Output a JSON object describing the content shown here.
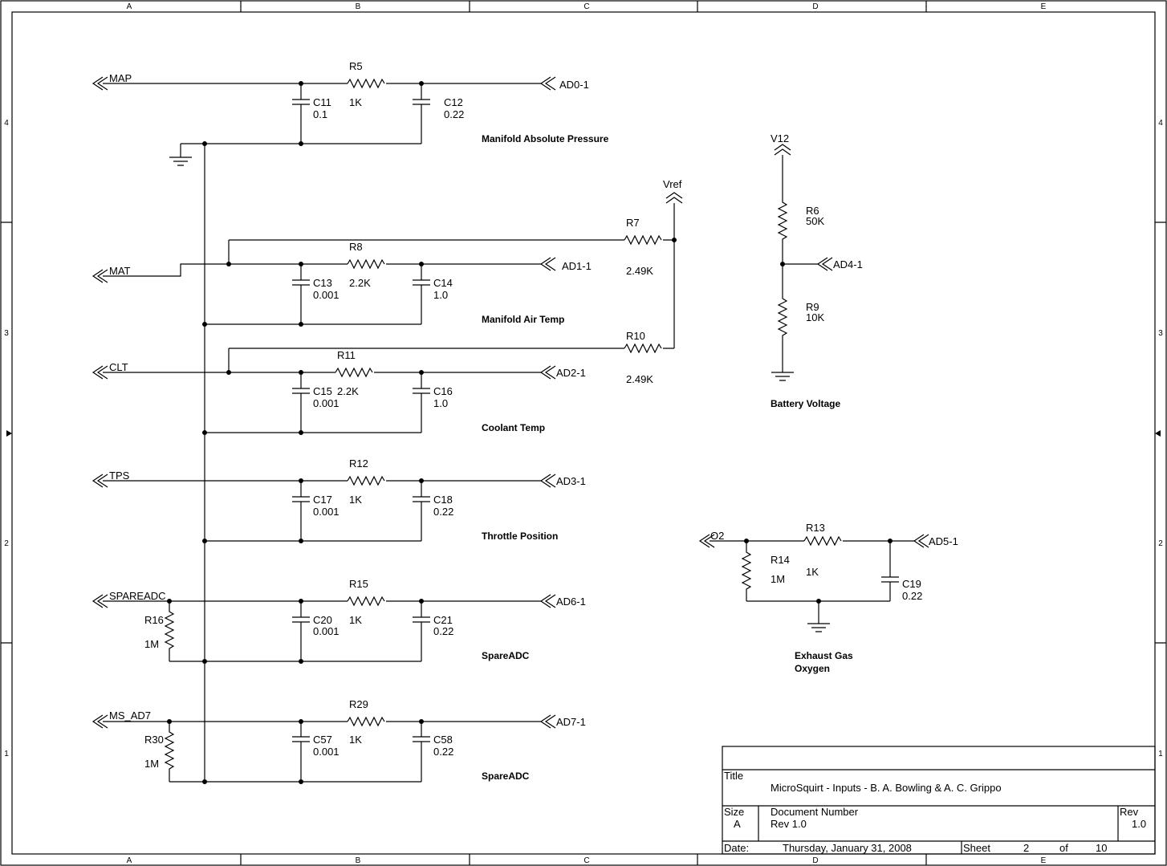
{
  "frame": {
    "columns": [
      "A",
      "B",
      "C",
      "D",
      "E"
    ],
    "rows": [
      "4",
      "3",
      "2",
      "1"
    ]
  },
  "nets": {
    "map": "MAP",
    "mat": "MAT",
    "clt": "CLT",
    "tps": "TPS",
    "spareadc": "SPAREADC",
    "ms_ad7": "MS_AD7",
    "o2": "O2",
    "vref": "Vref",
    "v12": "V12",
    "ad0": "AD0-1",
    "ad1": "AD1-1",
    "ad2": "AD2-1",
    "ad3": "AD3-1",
    "ad4": "AD4-1",
    "ad5": "AD5-1",
    "ad6": "AD6-1",
    "ad7": "AD7-1"
  },
  "components": {
    "r5": {
      "ref": "R5",
      "value": "1K"
    },
    "r6": {
      "ref": "R6",
      "value": "50K"
    },
    "r7": {
      "ref": "R7",
      "value": "2.49K"
    },
    "r8": {
      "ref": "R8",
      "value": "2.2K"
    },
    "r9": {
      "ref": "R9",
      "value": "10K"
    },
    "r10": {
      "ref": "R10",
      "value": "2.49K"
    },
    "r11": {
      "ref": "R11",
      "value": "2.2K"
    },
    "r12": {
      "ref": "R12",
      "value": "1K"
    },
    "r13": {
      "ref": "R13",
      "value": "1K"
    },
    "r14": {
      "ref": "R14",
      "value": "1M"
    },
    "r15": {
      "ref": "R15",
      "value": "1K"
    },
    "r16": {
      "ref": "R16",
      "value": "1M"
    },
    "r29": {
      "ref": "R29",
      "value": "1K"
    },
    "r30": {
      "ref": "R30",
      "value": "1M"
    },
    "c11": {
      "ref": "C11",
      "value": "0.1"
    },
    "c12": {
      "ref": "C12",
      "value": "0.22"
    },
    "c13": {
      "ref": "C13",
      "value": "0.001"
    },
    "c14": {
      "ref": "C14",
      "value": "1.0"
    },
    "c15": {
      "ref": "C15",
      "value": "0.001"
    },
    "c16": {
      "ref": "C16",
      "value": "1.0"
    },
    "c17": {
      "ref": "C17",
      "value": "0.001"
    },
    "c18": {
      "ref": "C18",
      "value": "0.22"
    },
    "c19": {
      "ref": "C19",
      "value": "0.22"
    },
    "c20": {
      "ref": "C20",
      "value": "0.001"
    },
    "c21": {
      "ref": "C21",
      "value": "0.22"
    },
    "c57": {
      "ref": "C57",
      "value": "0.001"
    },
    "c58": {
      "ref": "C58",
      "value": "0.22"
    }
  },
  "sections": {
    "map": "Manifold Absolute Pressure",
    "mat": "Manifold Air Temp",
    "clt": "Coolant Temp",
    "tps": "Throttle Position",
    "spare1": "SpareADC",
    "spare2": "SpareADC",
    "battery": "Battery Voltage",
    "ego1": "Exhaust Gas",
    "ego2": "Oxygen"
  },
  "title_block": {
    "title_label": "Title",
    "title": "MicroSquirt - Inputs - B. A. Bowling & A. C. Grippo",
    "size_label": "Size",
    "size": "A",
    "docnum_label": "Document Number",
    "docnum": "Rev 1.0",
    "rev_label": "Rev",
    "rev": "1.0",
    "date_label": "Date:",
    "date": "Thursday, January 31, 2008",
    "sheet_label": "Sheet",
    "sheet": "2",
    "of_label": "of",
    "total": "10"
  }
}
